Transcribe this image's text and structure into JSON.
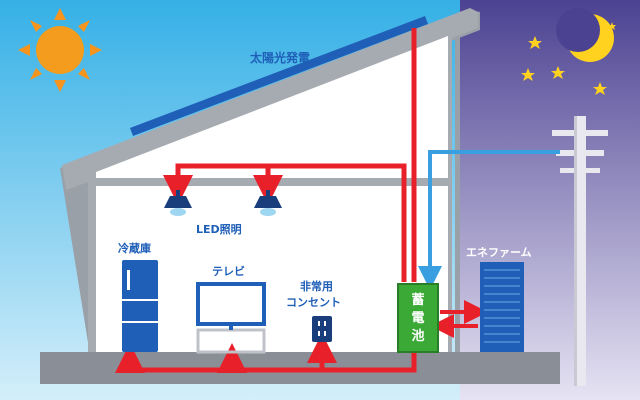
{
  "labels": {
    "solar": "太陽光発電",
    "led": "LED照明",
    "fridge": "冷蔵庫",
    "tv": "テレビ",
    "outlet_line1": "非常用",
    "outlet_line2": "コンセント",
    "battery": "蓄電池",
    "enefarm": "エネファーム"
  },
  "colors": {
    "sky_day": "#3fb6e8",
    "sky_night": "#5a4f9a",
    "power_line": "#e8202a",
    "grid_line": "#3a9fe0",
    "battery_fill": "#3aa935",
    "solar_panel": "#1f5fb8"
  },
  "icons": [
    "sun-icon",
    "moon-icon",
    "star-icon",
    "utility-pole-icon",
    "lamp-icon",
    "fridge-icon",
    "tv-icon",
    "outlet-icon",
    "battery-icon",
    "fuel-cell-icon"
  ]
}
